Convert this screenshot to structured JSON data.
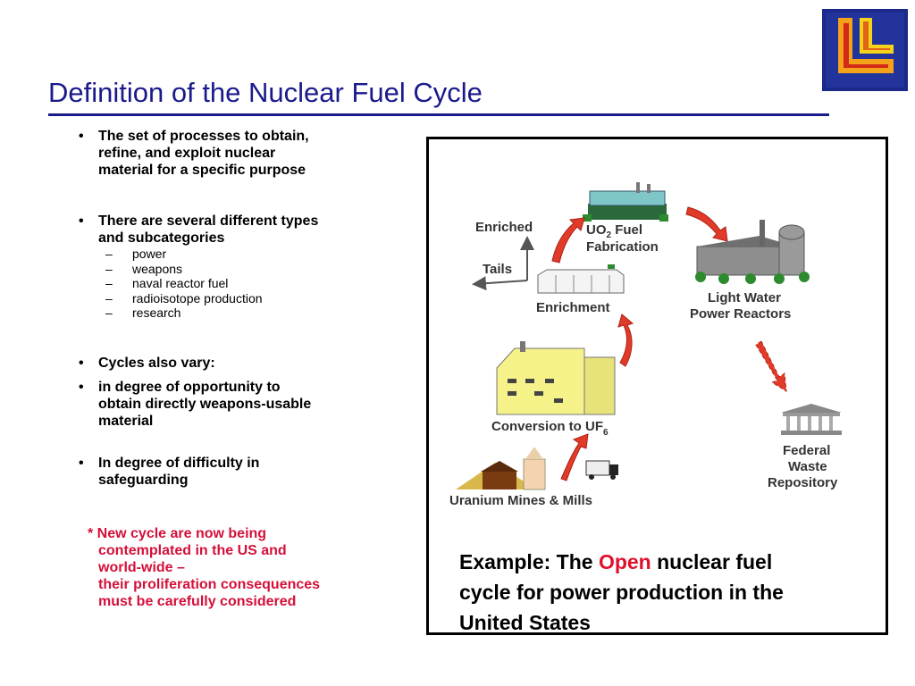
{
  "slide": {
    "title": "Definition of the Nuclear Fuel Cycle"
  },
  "bullets": {
    "b1": [
      "The set of processes to obtain,",
      "refine, and exploit nuclear",
      "material for a specific purpose"
    ],
    "b2": [
      "There are several different types",
      "and subcategories"
    ],
    "sub_items": [
      "power",
      "weapons",
      "naval reactor fuel",
      "radioisotope production",
      "research"
    ],
    "b3": "Cycles also vary:",
    "b4": [
      "in degree of opportunity to",
      "obtain directly weapons-usable",
      "material"
    ],
    "b5": [
      "In degree of difficulty in",
      "safeguarding"
    ],
    "bullet_glyph": "•",
    "dash_glyph": "–"
  },
  "note": {
    "lines": [
      "* New cycle are now being",
      "contemplated in the US and",
      "world-wide –",
      "their proliferation consequences",
      "must be carefully considered"
    ]
  },
  "diagram": {
    "enriched": "Enriched",
    "tails": "Tails",
    "uo2_a": "UO",
    "uo2_sub": "2",
    "uo2_b": " Fuel",
    "fabrication": "Fabrication",
    "enrichment": "Enrichment",
    "lwr_1": "Light Water",
    "lwr_2": "Power Reactors",
    "conversion": "Conversion to UF",
    "conversion_sub": "6",
    "fed_1": "Federal",
    "fed_2": "Waste",
    "fed_3": "Repository",
    "mines": "Uranium Mines & Mills"
  },
  "caption": {
    "part1": "Example: The ",
    "highlight": "Open",
    "part2": " nuclear fuel",
    "line2": "cycle for power production in the",
    "line3": "United States"
  },
  "colors": {
    "title": "#1a1a8c",
    "note": "#d4103a",
    "arrow": "#e23a28",
    "highlight": "#e0102d"
  }
}
